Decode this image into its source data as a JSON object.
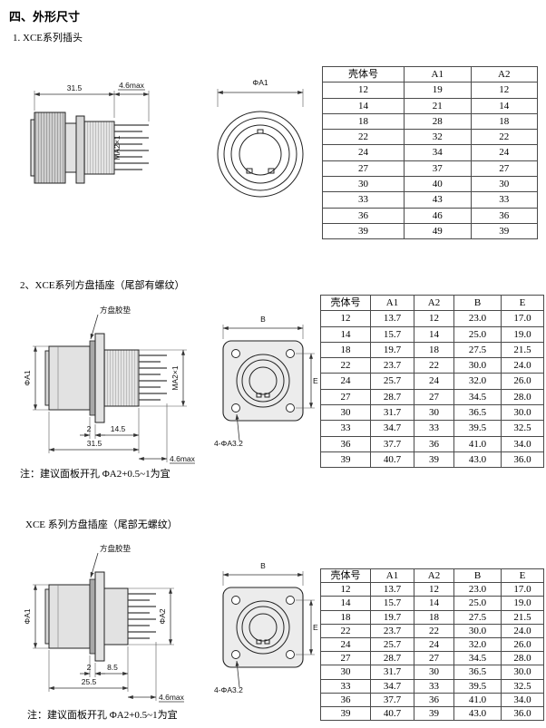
{
  "page": {
    "title": "四、外形尺寸"
  },
  "s1": {
    "heading": "1. XCE系列插头",
    "drawing": {
      "dim_total": "31.5",
      "dim_pin": "4.6max",
      "thread_label": "MA2×1",
      "dia_label": "ΦA1"
    },
    "table": {
      "headers": [
        "壳体号",
        "A1",
        "A2"
      ],
      "rows": [
        [
          "12",
          "19",
          "12"
        ],
        [
          "14",
          "21",
          "14"
        ],
        [
          "18",
          "28",
          "18"
        ],
        [
          "22",
          "32",
          "22"
        ],
        [
          "24",
          "34",
          "24"
        ],
        [
          "27",
          "37",
          "27"
        ],
        [
          "30",
          "40",
          "30"
        ],
        [
          "33",
          "43",
          "33"
        ],
        [
          "36",
          "46",
          "36"
        ],
        [
          "39",
          "49",
          "39"
        ]
      ]
    }
  },
  "s2": {
    "heading": "2、XCE系列方盘插座（尾部有螺纹）",
    "note": "注：建议面板开孔 ΦA2+0.5~1为宜",
    "drawing": {
      "gasket_label": "方盘胶垫",
      "dia_label": "ΦA1",
      "thread_label": "MA2×1",
      "dim_gasket": "2",
      "dim_rear": "14.5",
      "dim_total": "31.5",
      "dim_pin": "4.6max",
      "width_label": "B",
      "height_label": "E",
      "holes_label": "4-ΦA3.2"
    },
    "table": {
      "headers": [
        "壳体号",
        "A1",
        "A2",
        "B",
        "E"
      ],
      "rows": [
        [
          "12",
          "13.7",
          "12",
          "23.0",
          "17.0"
        ],
        [
          "14",
          "15.7",
          "14",
          "25.0",
          "19.0"
        ],
        [
          "18",
          "19.7",
          "18",
          "27.5",
          "21.5"
        ],
        [
          "22",
          "23.7",
          "22",
          "30.0",
          "24.0"
        ],
        [
          "24",
          "25.7",
          "24",
          "32.0",
          "26.0"
        ],
        [
          "27",
          "28.7",
          "27",
          "34.5",
          "28.0"
        ],
        [
          "30",
          "31.7",
          "30",
          "36.5",
          "30.0"
        ],
        [
          "33",
          "34.7",
          "33",
          "39.5",
          "32.5"
        ],
        [
          "36",
          "37.7",
          "36",
          "41.0",
          "34.0"
        ],
        [
          "39",
          "40.7",
          "39",
          "43.0",
          "36.0"
        ]
      ]
    }
  },
  "s3": {
    "heading": "XCE 系列方盘插座（尾部无螺纹）",
    "note": "注：建议面板开孔 ΦA2+0.5~1为宜",
    "drawing": {
      "gasket_label": "方盘胶垫",
      "dia_label": "ΦA1",
      "dia2_label": "ΦA2",
      "dim_gasket": "2",
      "dim_rear": "8.5",
      "dim_total": "25.5",
      "dim_pin": "4.6max",
      "width_label": "B",
      "height_label": "E",
      "holes_label": "4-ΦA3.2"
    },
    "table": {
      "headers": [
        "壳体号",
        "A1",
        "A2",
        "B",
        "E"
      ],
      "rows": [
        [
          "12",
          "13.7",
          "12",
          "23.0",
          "17.0"
        ],
        [
          "14",
          "15.7",
          "14",
          "25.0",
          "19.0"
        ],
        [
          "18",
          "19.7",
          "18",
          "27.5",
          "21.5"
        ],
        [
          "22",
          "23.7",
          "22",
          "30.0",
          "24.0"
        ],
        [
          "24",
          "25.7",
          "24",
          "32.0",
          "26.0"
        ],
        [
          "27",
          "28.7",
          "27",
          "34.5",
          "28.0"
        ],
        [
          "30",
          "31.7",
          "30",
          "36.5",
          "30.0"
        ],
        [
          "33",
          "34.7",
          "33",
          "39.5",
          "32.5"
        ],
        [
          "36",
          "37.7",
          "36",
          "41.0",
          "34.0"
        ],
        [
          "39",
          "40.7",
          "39",
          "43.0",
          "36.0"
        ]
      ]
    }
  }
}
